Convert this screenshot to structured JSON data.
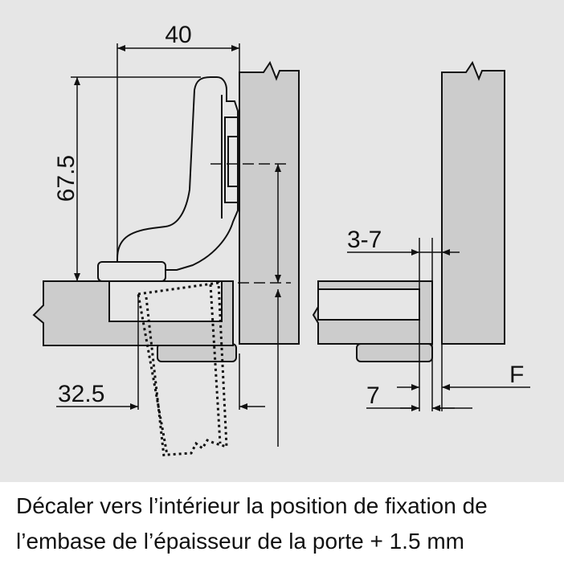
{
  "diagram": {
    "labels": {
      "width": "40",
      "height": "67.5",
      "offset_left": "32.5",
      "gap": "3-7",
      "distance": "7",
      "force": "F"
    },
    "colors": {
      "background": "#e6e6e6",
      "panel": "#cccccc",
      "hinge": "#e6e6e6",
      "line": "#111111"
    }
  },
  "caption": {
    "line1": "Décaler vers l’intérieur la position de fixation de",
    "line2": "l’embase de l’épaisseur de la porte + 1.5 mm"
  }
}
